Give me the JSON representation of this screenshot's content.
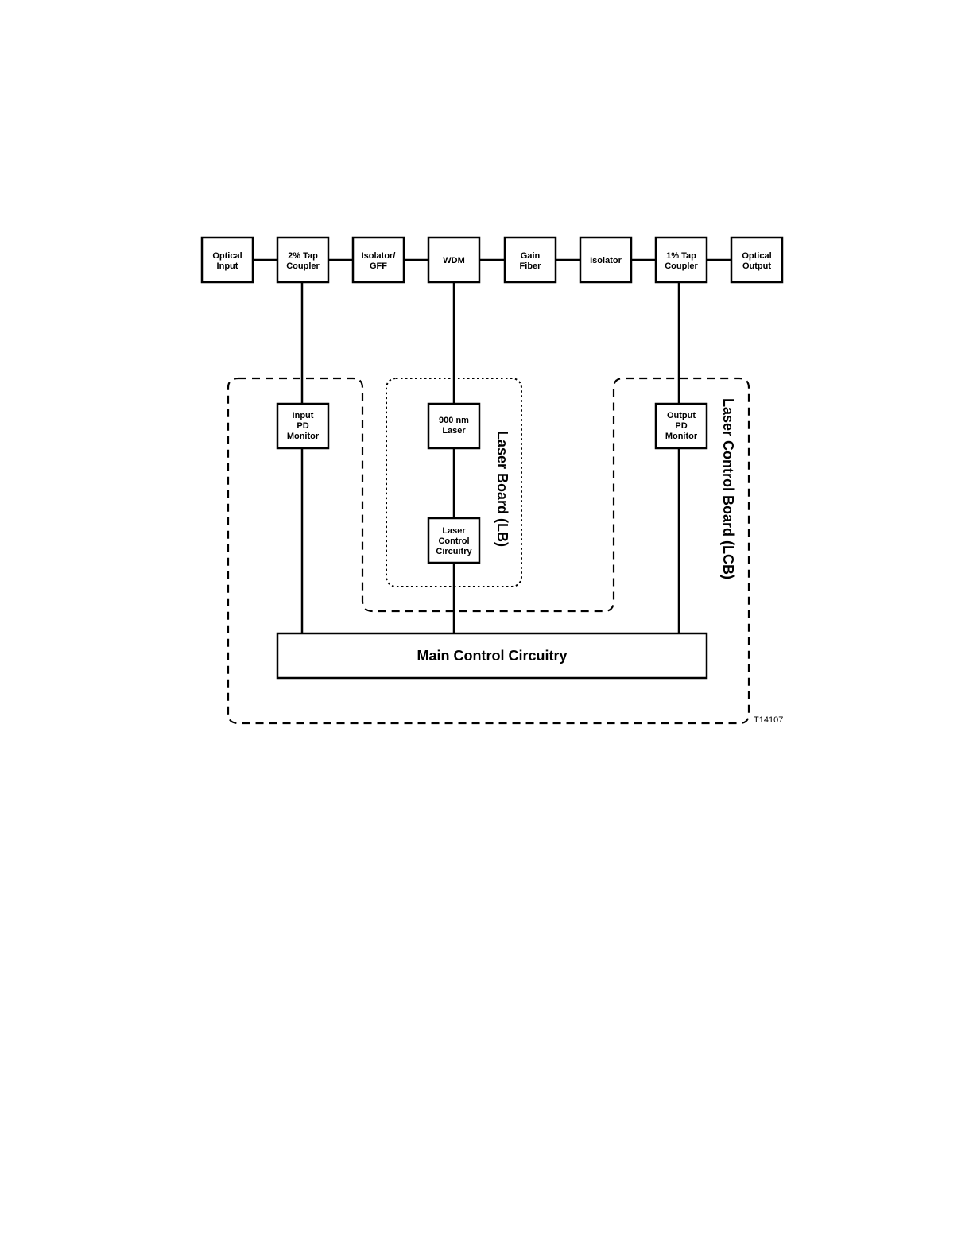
{
  "top_chain": [
    {
      "id": "optical-input",
      "lines": [
        "Optical",
        "Input"
      ]
    },
    {
      "id": "tap-coupler-2",
      "lines": [
        "2% Tap",
        "Coupler"
      ]
    },
    {
      "id": "isolator-gff",
      "lines": [
        "Isolator/",
        "GFF"
      ]
    },
    {
      "id": "wdm",
      "lines": [
        "WDM"
      ]
    },
    {
      "id": "gain-fiber",
      "lines": [
        "Gain",
        "Fiber"
      ]
    },
    {
      "id": "isolator",
      "lines": [
        "Isolator"
      ]
    },
    {
      "id": "tap-coupler-1",
      "lines": [
        "1% Tap",
        "Coupler"
      ]
    },
    {
      "id": "optical-output",
      "lines": [
        "Optical",
        "Output"
      ]
    }
  ],
  "inner_blocks": [
    {
      "id": "input-pd-monitor",
      "lines": [
        "Input",
        "PD",
        "Monitor"
      ]
    },
    {
      "id": "laser-900nm",
      "lines": [
        "900 nm",
        "Laser"
      ]
    },
    {
      "id": "laser-control-circuitry",
      "lines": [
        "Laser",
        "Control",
        "Circuitry"
      ]
    },
    {
      "id": "output-pd-monitor",
      "lines": [
        "Output",
        "PD",
        "Monitor"
      ]
    }
  ],
  "main_block": {
    "label": "Main Control Circuitry"
  },
  "boards": {
    "laser_board": "Laser Board (LB)",
    "laser_control_board": "Laser Control Board (LCB)"
  },
  "figure_id": "T14107"
}
